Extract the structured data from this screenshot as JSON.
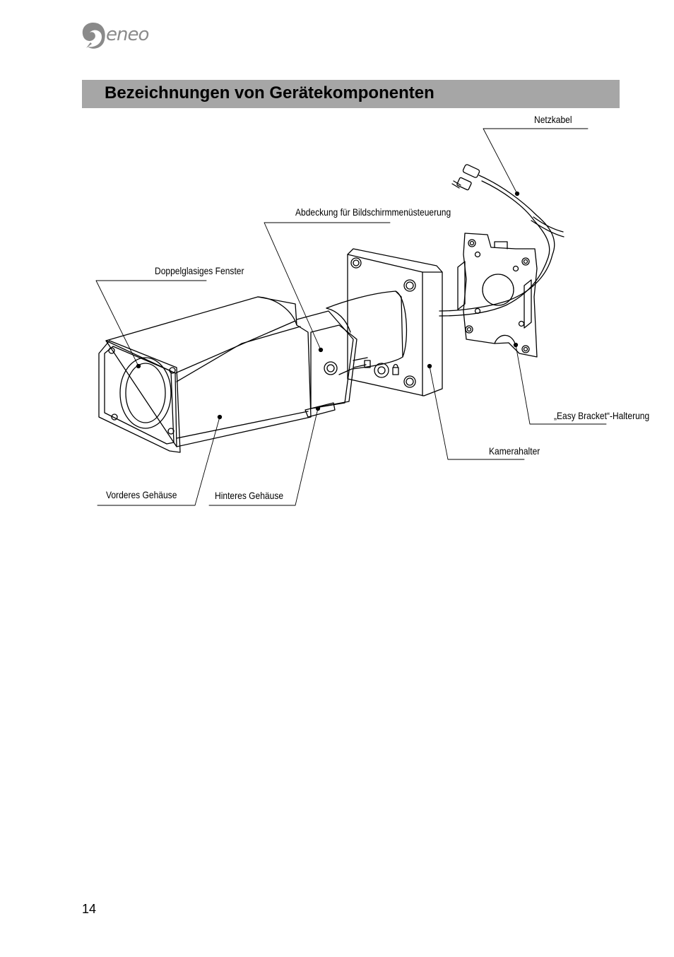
{
  "header": {
    "logo_text": "eneo",
    "logo_icon": "eneo-swirl-logo-icon"
  },
  "title": "Bezeichnungen von Gerätekomponenten",
  "labels": {
    "netzkabel": "Netzkabel",
    "abdeckung": "Abdeckung für Bildschirmmenüsteuerung",
    "fenster": "Doppelglasiges Fenster",
    "easy_bracket": "„Easy Bracket“-Halterung",
    "kamerahalter": "Kamerahalter",
    "vorderes": "Vorderes Gehäuse",
    "hinteres": "Hinteres Gehäuse"
  },
  "colors": {
    "title_bar": "#a6a6a6",
    "logo": "#8a8a8a",
    "line_art": "#000000"
  },
  "footer": {
    "page_number": "14"
  }
}
